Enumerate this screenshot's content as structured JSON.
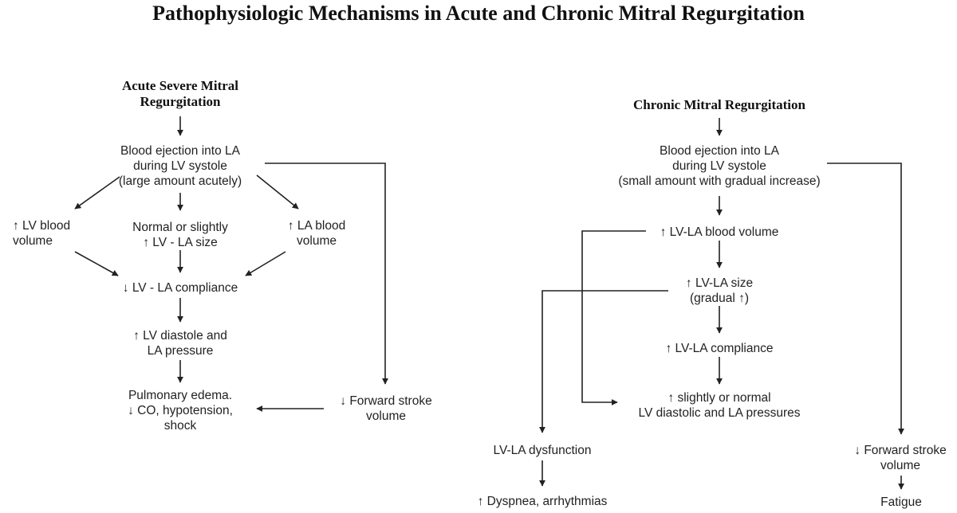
{
  "title": "Pathophysiologic Mechanisms in Acute and Chronic Mitral Regurgitation",
  "acute": {
    "heading": "Acute Severe Mitral\nRegurgitation",
    "ejection": "Blood ejection into LA\nduring LV systole\n(large amount acutely)",
    "lv_volume": "↑ LV blood\nvolume",
    "normal_size": "Normal or slightly\n↑ LV - LA size",
    "la_volume": "↑ LA blood\nvolume",
    "compliance": "↓ LV - LA compliance",
    "diastole": "↑ LV diastole and\nLA pressure",
    "edema": "Pulmonary edema.\n↓ CO, hypotension,\nshock",
    "forward": "↓ Forward stroke\nvolume"
  },
  "chronic": {
    "heading": "Chronic Mitral Regurgitation",
    "ejection": "Blood ejection into LA\nduring LV systole\n(small amount with gradual increase)",
    "blood_volume": "↑ LV-LA blood volume",
    "size": "↑ LV-LA size\n(gradual ↑)",
    "compliance": "↑ LV-LA compliance",
    "pressures": "↑ slightly or normal\nLV diastolic and LA pressures",
    "dysfunction": "LV-LA dysfunction",
    "dyspnea": "↑ Dyspnea, arrhythmias",
    "forward": "↓ Forward stroke\nvolume",
    "fatigue": "Fatigue"
  }
}
